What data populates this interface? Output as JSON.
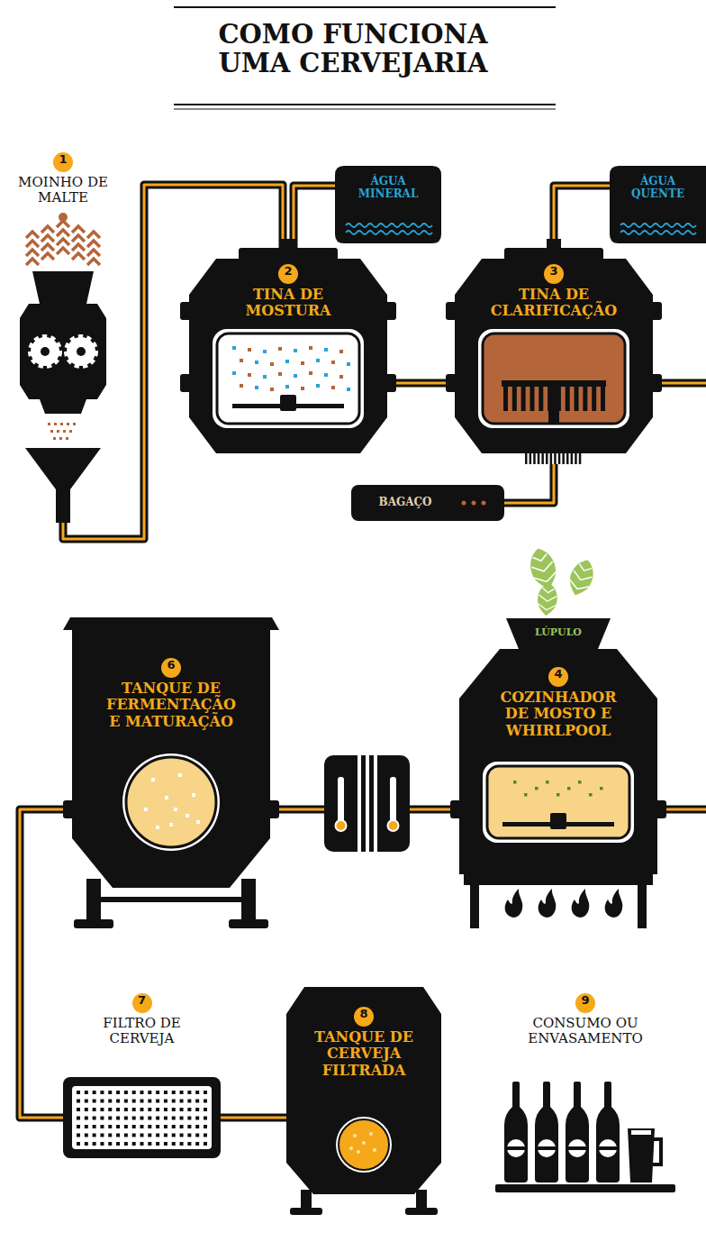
{
  "diagram": {
    "title": "COMO FUNCIONA UMA CERVEJARIA",
    "nodes": [
      {
        "text": [
          "1",
          "MOINHO DE MALTE"
        ]
      },
      {
        "text": [
          "ÁGUA MINERAL"
        ]
      },
      {
        "text": [
          "2",
          "TINA DE MOSTURA"
        ]
      },
      {
        "text": [
          "ÁGUA QUENTE"
        ]
      },
      {
        "text": [
          "3",
          "TINA DE CLARIFICAÇÃO"
        ]
      },
      {
        "text": [
          "BAGAÇO"
        ]
      },
      {
        "text": [
          "LÚPULO"
        ]
      },
      {
        "text": [
          "4",
          "COZINHADOR DE MOSTO E WHIRLPOOL"
        ]
      },
      {
        "text": [
          "6",
          "TANQUE DE FERMENTAÇÃO E MATURAÇÃO"
        ]
      },
      {
        "text": [
          "7",
          "FILTRO DE CERVEJA"
        ]
      },
      {
        "text": [
          "8",
          "TANQUE DE CERVEJA FILTRADA"
        ]
      },
      {
        "text": [
          "9",
          "CONSUMO OU ENVASAMENTO"
        ]
      }
    ],
    "edges": [
      {
        "from": 0,
        "to": 2,
        "arrow": "none"
      },
      {
        "from": 1,
        "to": 2,
        "arrow": "none"
      },
      {
        "from": 2,
        "to": 4,
        "arrow": "none"
      },
      {
        "from": 3,
        "to": 4,
        "arrow": "none"
      },
      {
        "from": 4,
        "to": 5,
        "arrow": "none"
      },
      {
        "from": 4,
        "to": 7,
        "arrow": "none"
      },
      {
        "from": 7,
        "to": 8,
        "arrow": "none"
      },
      {
        "from": 8,
        "to": 9,
        "arrow": "none"
      },
      {
        "from": 9,
        "to": 10,
        "arrow": "none"
      }
    ]
  }
}
